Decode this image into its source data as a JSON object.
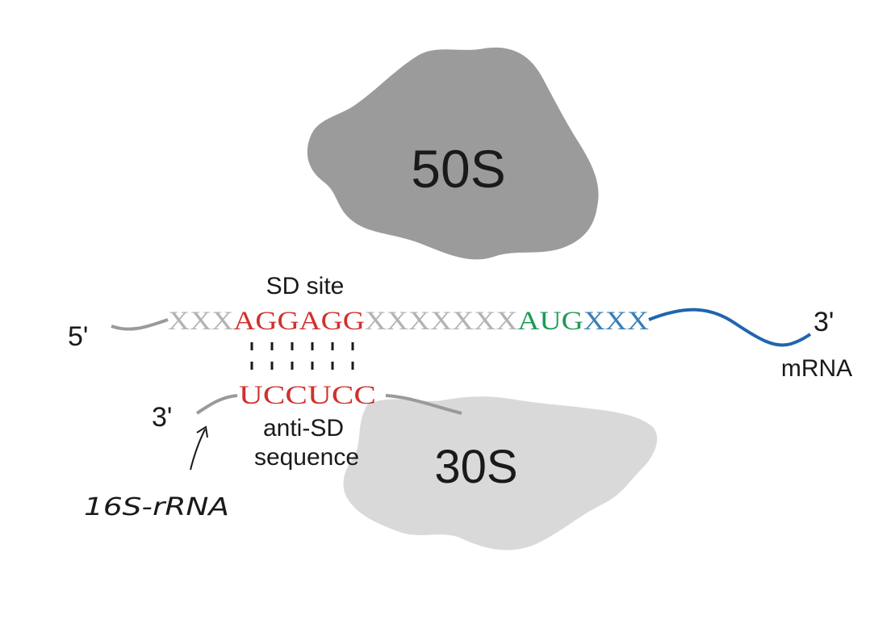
{
  "subunits": {
    "large": "50S",
    "small": "30S"
  },
  "mrna": {
    "five_prime": "5'",
    "three_prime": "3'",
    "label": "mRNA",
    "seq_leader": "XXX",
    "seq_sd": "AGGAGG",
    "seq_spacer": "XXXXXXX",
    "seq_start": "AUG",
    "seq_coding": "XXX"
  },
  "sd_label": "SD site",
  "rrna": {
    "three_prime": "3'",
    "anti_sd": "UCCUCC",
    "label_line1": "anti-SD",
    "label_line2": "sequence"
  },
  "annotation": "16S-rRNA",
  "colors": {
    "large_subunit": "#9b9b9b",
    "small_subunit": "#d9d9d9",
    "sequence_grey": "#b3b3b3",
    "sd_red": "#d0312d",
    "start_green": "#1e9a55",
    "coding_blue": "#3b7fb5",
    "mrna_tail_blue": "#1f65b0",
    "strand_grey": "#9a9a9a",
    "text": "#1a1a1a"
  }
}
